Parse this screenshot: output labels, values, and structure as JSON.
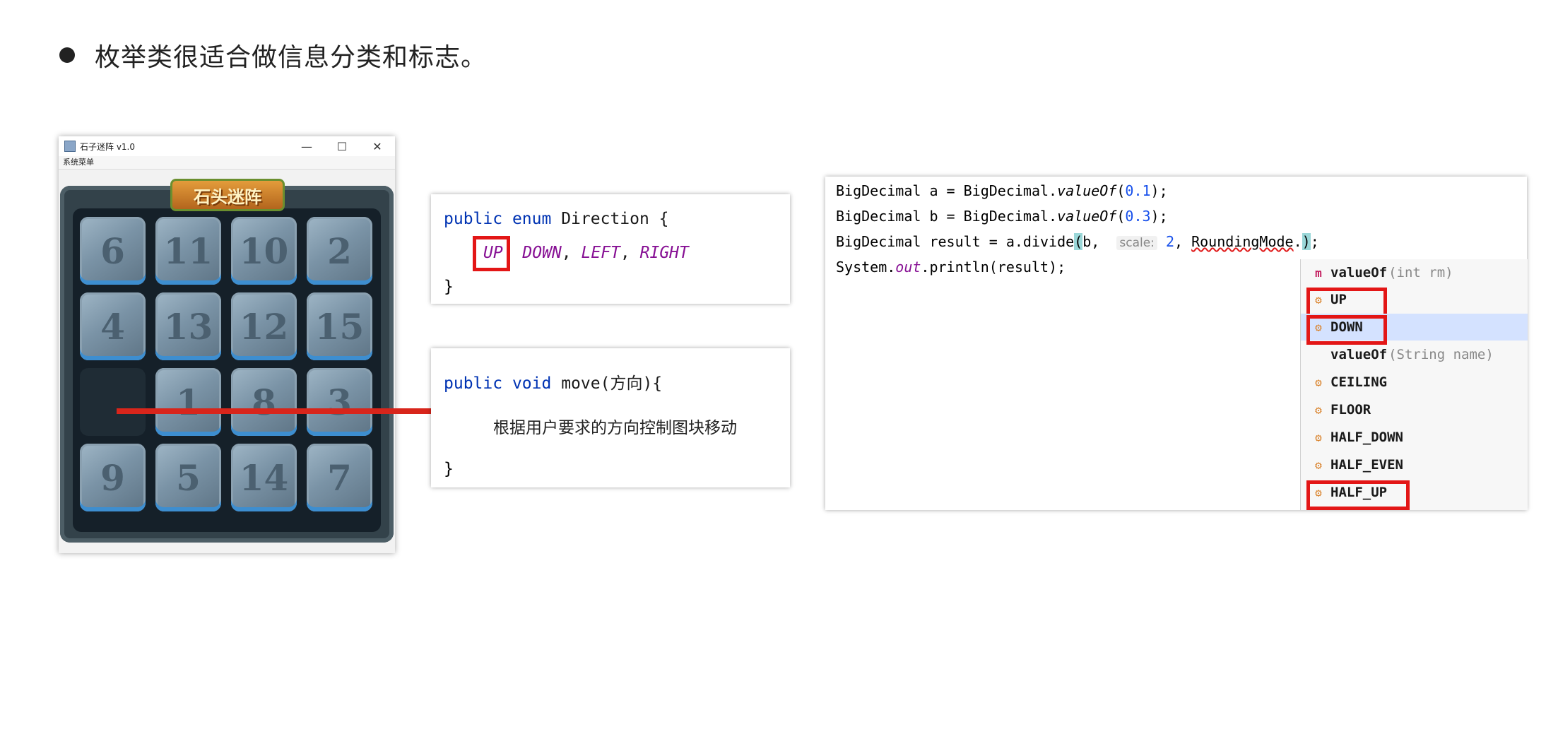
{
  "heading": {
    "text": "枚举类很适合做信息分类和标志。"
  },
  "game_window": {
    "title": "石子迷阵 v1.0",
    "menu": "系统菜单",
    "logo": "石头迷阵",
    "min_btn": "—",
    "max_btn": "☐",
    "close_btn": "✕",
    "tiles": [
      "6",
      "11",
      "10",
      "2",
      "4",
      "13",
      "12",
      "15",
      "",
      "1",
      "8",
      "3",
      "9",
      "5",
      "14",
      "7"
    ]
  },
  "enum_panel": {
    "kw_public": "public",
    "kw_enum": "enum",
    "name": "Direction {",
    "c_up": "UP",
    "c_down": "DOWN",
    "c_left": "LEFT",
    "c_right": "RIGHT",
    "sep": ",",
    "close": "}"
  },
  "move_panel": {
    "kw_public": "public",
    "kw_void": "void",
    "method": "move(",
    "param": "方向",
    "after": "){",
    "body": "根据用户要求的方向控制图块移动",
    "close": "}"
  },
  "code_panel": {
    "l1_a": "BigDecimal a = BigDecimal.",
    "l1_m": "valueOf",
    "l1_o": "(",
    "l1_n": "0.1",
    "l1_c": ");",
    "l2_a": "BigDecimal b = BigDecimal.",
    "l2_m": "valueOf",
    "l2_o": "(",
    "l2_n": "0.3",
    "l2_c": ");",
    "l3_a": "BigDecimal result = a.divide",
    "l3_p": "(",
    "l3_b": "b, ",
    "l3_hint": "scale:",
    "l3_n": "2",
    "l3_comma": ", ",
    "l3_rm": "RoundingMode",
    "l3_dot": ".",
    "l3_caret": ")",
    "l3_end": ";",
    "l4_a": "System.",
    "l4_f": "out",
    "l4_b": ".println(result);"
  },
  "popup": [
    {
      "icon": "method-icon",
      "glyph": "m",
      "name": "valueOf",
      "params": "(int rm)"
    },
    {
      "icon": "enum-constant-icon",
      "glyph": "⚙",
      "name": "UP",
      "params": ""
    },
    {
      "icon": "enum-constant-icon",
      "glyph": "⚙",
      "name": "DOWN",
      "params": ""
    },
    {
      "icon": "none",
      "glyph": "",
      "name": "valueOf",
      "params": "(String name)"
    },
    {
      "icon": "enum-constant-icon",
      "glyph": "⚙",
      "name": "CEILING",
      "params": ""
    },
    {
      "icon": "enum-constant-icon",
      "glyph": "⚙",
      "name": "FLOOR",
      "params": ""
    },
    {
      "icon": "enum-constant-icon",
      "glyph": "⚙",
      "name": "HALF_DOWN",
      "params": ""
    },
    {
      "icon": "enum-constant-icon",
      "glyph": "⚙",
      "name": "HALF_EVEN",
      "params": ""
    },
    {
      "icon": "enum-constant-icon",
      "glyph": "⚙",
      "name": "HALF_UP",
      "params": ""
    }
  ],
  "colors": {
    "highlight": "#e31616",
    "arrow": "#d8251b",
    "keyword": "#0033b3",
    "constant": "#871094"
  }
}
